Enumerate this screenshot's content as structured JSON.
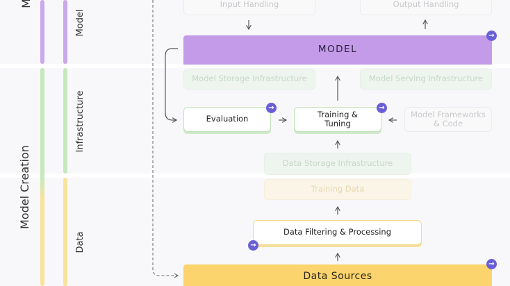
{
  "sections": {
    "model_creation": "Model Creation",
    "model_short": "M",
    "model": "Model",
    "infrastructure": "Infrastructure",
    "data": "Data"
  },
  "nodes": {
    "input_handling": "Input Handling",
    "output_handling": "Output Handling",
    "model": "MODEL",
    "model_storage": "Model Storage Infrastructure",
    "model_serving": "Model Serving Infrastructure",
    "evaluation": "Evaluation",
    "training_line1": "Training &",
    "training_line2": "Tuning",
    "frameworks_line1": "Model Frameworks",
    "frameworks_line2": "& Code",
    "data_storage": "Data Storage Infrastructure",
    "training_data": "Training Data",
    "data_filtering": "Data Filtering & Processing",
    "data_sources": "Data Sources"
  },
  "colors": {
    "model_purple": "#c39be8",
    "infra_green": "#c5e8bd",
    "data_yellow": "#fbd46e",
    "badge": "#6a5fd6"
  },
  "icons": {
    "badge": "arrow-right-circle-icon"
  }
}
